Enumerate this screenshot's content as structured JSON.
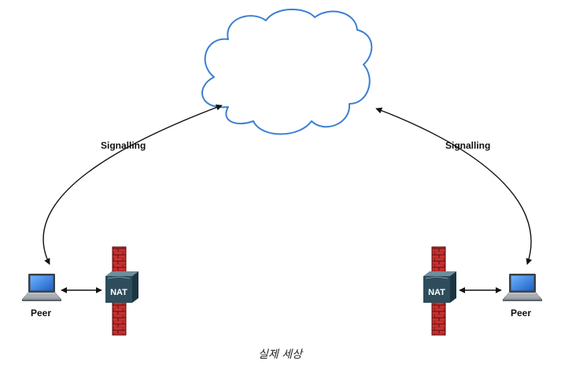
{
  "diagram": {
    "signalling_left": "Signalling",
    "signalling_right": "Signalling",
    "peer_left": "Peer",
    "peer_right": "Peer",
    "nat_left": "NAT",
    "nat_right": "NAT",
    "caption": "실제 세상"
  },
  "colors": {
    "cloud_stroke": "#3a7fd5",
    "firewall_brick": "#b3262a",
    "nat_box": "#2e4d5c",
    "arrow": "#111111"
  },
  "icons": {
    "cloud": "cloud-icon",
    "laptop": "laptop-icon",
    "firewall": "firewall-icon",
    "nat_device": "nat-router-icon"
  }
}
